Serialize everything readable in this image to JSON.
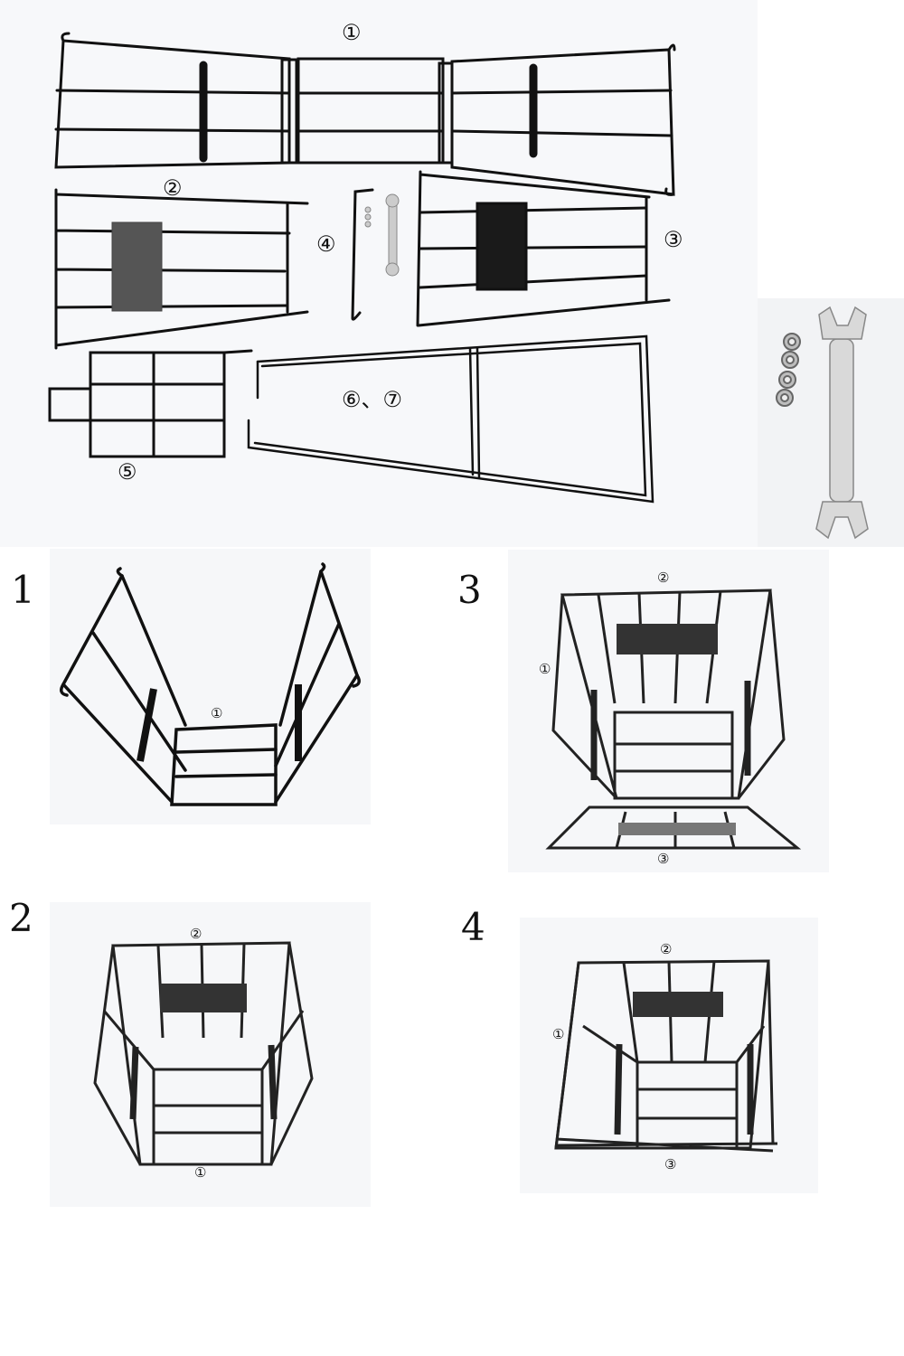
{
  "parts_panel": {
    "labels": {
      "p1": "①",
      "p2": "②",
      "p3": "③",
      "p4": "④",
      "p5": "⑤",
      "p67": "⑥、⑦"
    }
  },
  "steps": [
    {
      "number": "1",
      "labels": [
        "①"
      ]
    },
    {
      "number": "2",
      "labels": [
        "②",
        "①"
      ]
    },
    {
      "number": "3",
      "labels": [
        "②",
        "①",
        "③"
      ]
    },
    {
      "number": "4",
      "labels": [
        "②",
        "①",
        "③"
      ]
    }
  ]
}
